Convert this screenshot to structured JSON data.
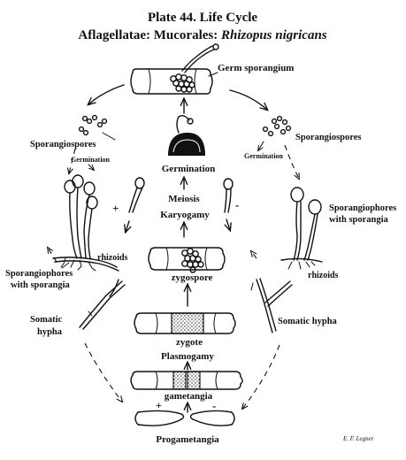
{
  "header": {
    "title": "Plate 44.  Life Cycle",
    "subtitle_prefix": "Aflagellatae: Mucorales: ",
    "subtitle_species": "Rhizopus nigricans"
  },
  "labels": {
    "germ_sporangium": "Germ sporangium",
    "sporangiospores_left": "Sporangiospores",
    "sporangiospores_right": "Sporangiospores",
    "germination_small_left": "Germination",
    "germination_small_right": "Germination",
    "germination_center": "Germination",
    "meiosis": "Meiosis",
    "karyogamy": "Karyogamy",
    "zygospore": "zygospore",
    "zygote": "zygote",
    "plasmogamy": "Plasmogamy",
    "gametangia": "gametangia",
    "progametangia": "Progametangia",
    "rhizoids_left": "rhizoids",
    "rhizoids_right": "rhizoids",
    "sporangiophores_left_line1": "Sporangiophores",
    "sporangiophores_left_line2": "with sporangia",
    "sporangiophores_right_line1": "Sporangiophores",
    "sporangiophores_right_line2": "with sporangia",
    "somatic_hypha_left_line1": "Somatic",
    "somatic_hypha_left_line2": "hypha",
    "somatic_hypha_right": "Somatic hypha",
    "plus_left": "+",
    "minus_right": "-",
    "plus_bottom": "+",
    "minus_bottom": "-",
    "credit": "E. F. Legner"
  }
}
